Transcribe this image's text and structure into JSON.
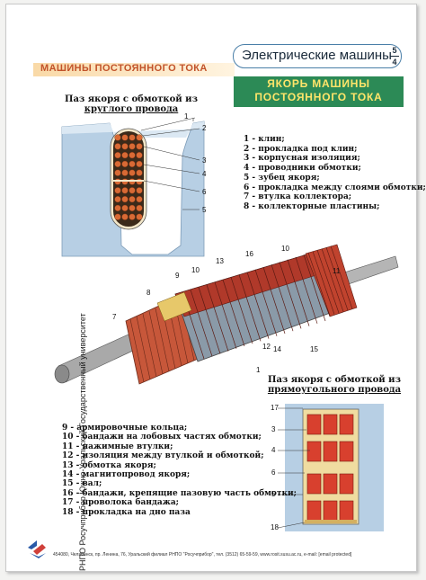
{
  "header": {
    "title": "Электрические машины",
    "page_num_top": "5",
    "page_num_bottom": "4"
  },
  "section_title": "МАШИНЫ ПОСТОЯННОГО ТОКА",
  "main_title": {
    "line1": "ЯКОРЬ МАШИНЫ",
    "line2": "ПОСТОЯННОГО ТОКА"
  },
  "round_slot": {
    "caption_line1": "Паз якоря с обмоткой из",
    "caption_line2": "круглого провода",
    "callouts": [
      "1",
      "2",
      "3",
      "4",
      "6",
      "5"
    ]
  },
  "legend_top": [
    "1 - клин;",
    "2 - прокладка под клин;",
    "3 - корпусная изоляция;",
    "4 - проводники обмотки;",
    "5 - зубец якоря;",
    "6 - прокладка между слоями обмотки;",
    "7 - втулка коллектора;",
    "8 - коллекторные пластины;"
  ],
  "armature_callouts": [
    "16",
    "10",
    "13",
    "9",
    "10",
    "11",
    "8",
    "7",
    "12",
    "14",
    "15",
    "1"
  ],
  "rect_slot": {
    "caption_line1": "Паз якоря с обмоткой из",
    "caption_line2": "прямоугольного провода",
    "callouts": [
      "17",
      "3",
      "4",
      "6",
      "5",
      "18"
    ]
  },
  "legend_bottom": [
    "9 - армировочные кольца;",
    "10 - бандажи на лобовых частях обмотки;",
    "11 - нажимные втулки;",
    "12 - изоляция между втулкой и обмоткой;",
    "13 - обмотка якоря;",
    "14 - магнитопровод якоря;",
    "15 - вал;",
    "16 - бандажи, крепящие пазовую часть обмотки;",
    "17 - проволока бандажа;",
    "18 - прокладка на дно паза"
  ],
  "side_text": "РНПО Росучприбор     Южно-Уральский Государственный университет",
  "footer": "454080, Челябинск, пр. Ленина, 76, Уральский филиал РНПО \"Росучприбор\", тел. (3512) 65-59-59, www.rosit.susu.ac.ru, e-mail: [email protected]"
}
